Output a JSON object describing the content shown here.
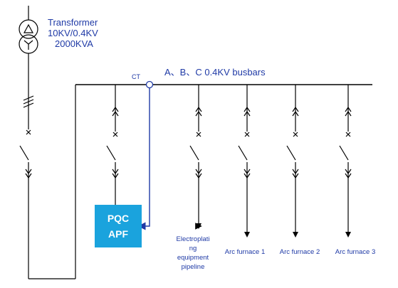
{
  "transformer": {
    "title": "Transformer",
    "voltage": "10KV/0.4KV",
    "rating": "2000KVA"
  },
  "busbar": {
    "label": "A、B、C  0.4KV busbars",
    "ct_label": "CT"
  },
  "pqc_apf": {
    "line1": "PQC",
    "line2": "APF"
  },
  "loads": [
    {
      "lines": [
        "Electroplati",
        "ng",
        "equipment",
        "pipeline"
      ]
    },
    {
      "lines": [
        "Arc furnace 1"
      ]
    },
    {
      "lines": [
        "Arc furnace 2"
      ]
    },
    {
      "lines": [
        "Arc furnace 3"
      ]
    }
  ],
  "colors": {
    "line": "#000000",
    "ct_wire": "#1f3aa6",
    "text": "#1f3aa6",
    "pqc_box": "#1aa3dd"
  }
}
